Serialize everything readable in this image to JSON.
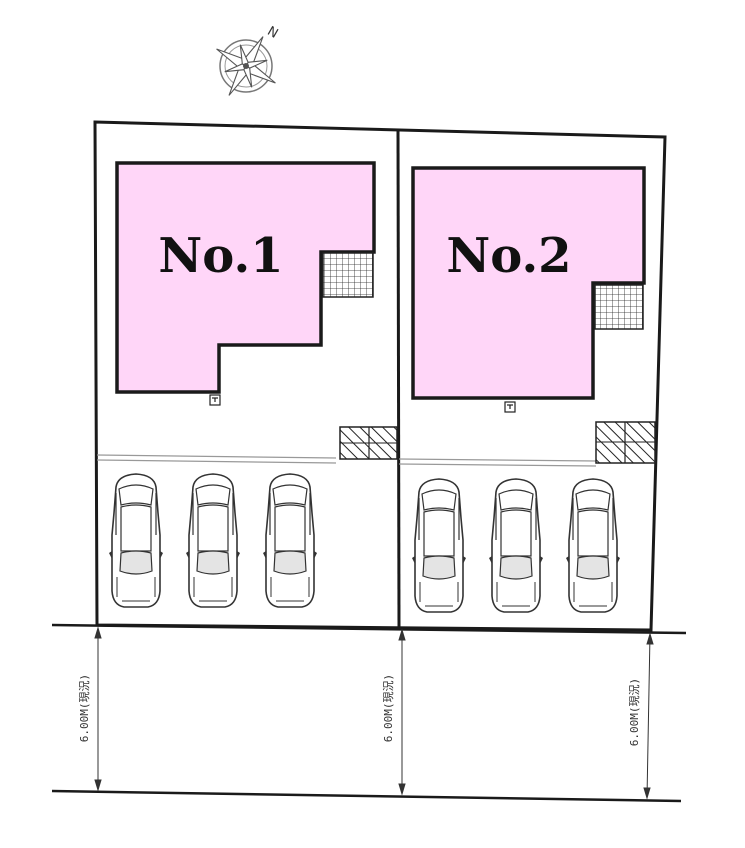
{
  "compass": {
    "north_label": "N",
    "icon": "compass-rose-icon"
  },
  "lots": [
    {
      "label": "No.1",
      "cars": 3
    },
    {
      "label": "No.2",
      "cars": 3
    }
  ],
  "road": {
    "width_labels": [
      "6.00M(現況)",
      "6.00M(現況)",
      "6.00M(現況)"
    ]
  },
  "colors": {
    "house_fill": "#ffd6f8",
    "outline": "#1a1a1a",
    "lot_line": "#222222",
    "line_light": "#999999"
  }
}
